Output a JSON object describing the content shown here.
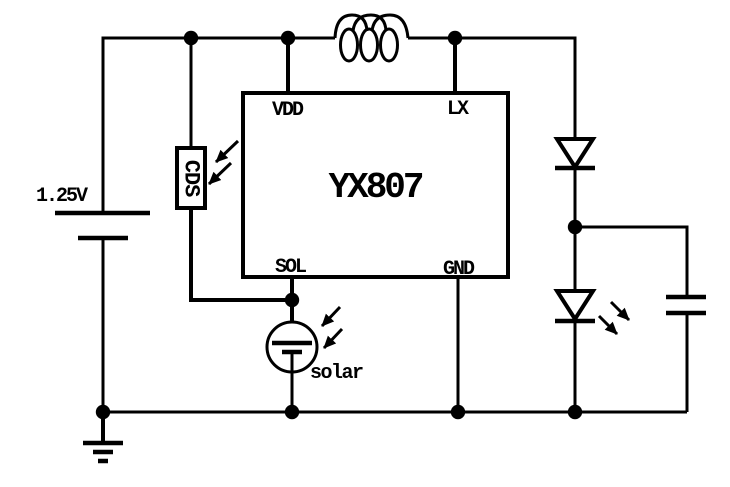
{
  "colors": {
    "ink": "#000000",
    "background": "#ffffff"
  },
  "labels": {
    "battery_voltage": "1.25V",
    "photoresistor": "CDS",
    "solar_cell": "solar"
  },
  "ic": {
    "part_number": "YX807",
    "pin_vdd": "VDD",
    "pin_lx": "LX",
    "pin_sol": "SOL",
    "pin_gnd": "GND"
  }
}
